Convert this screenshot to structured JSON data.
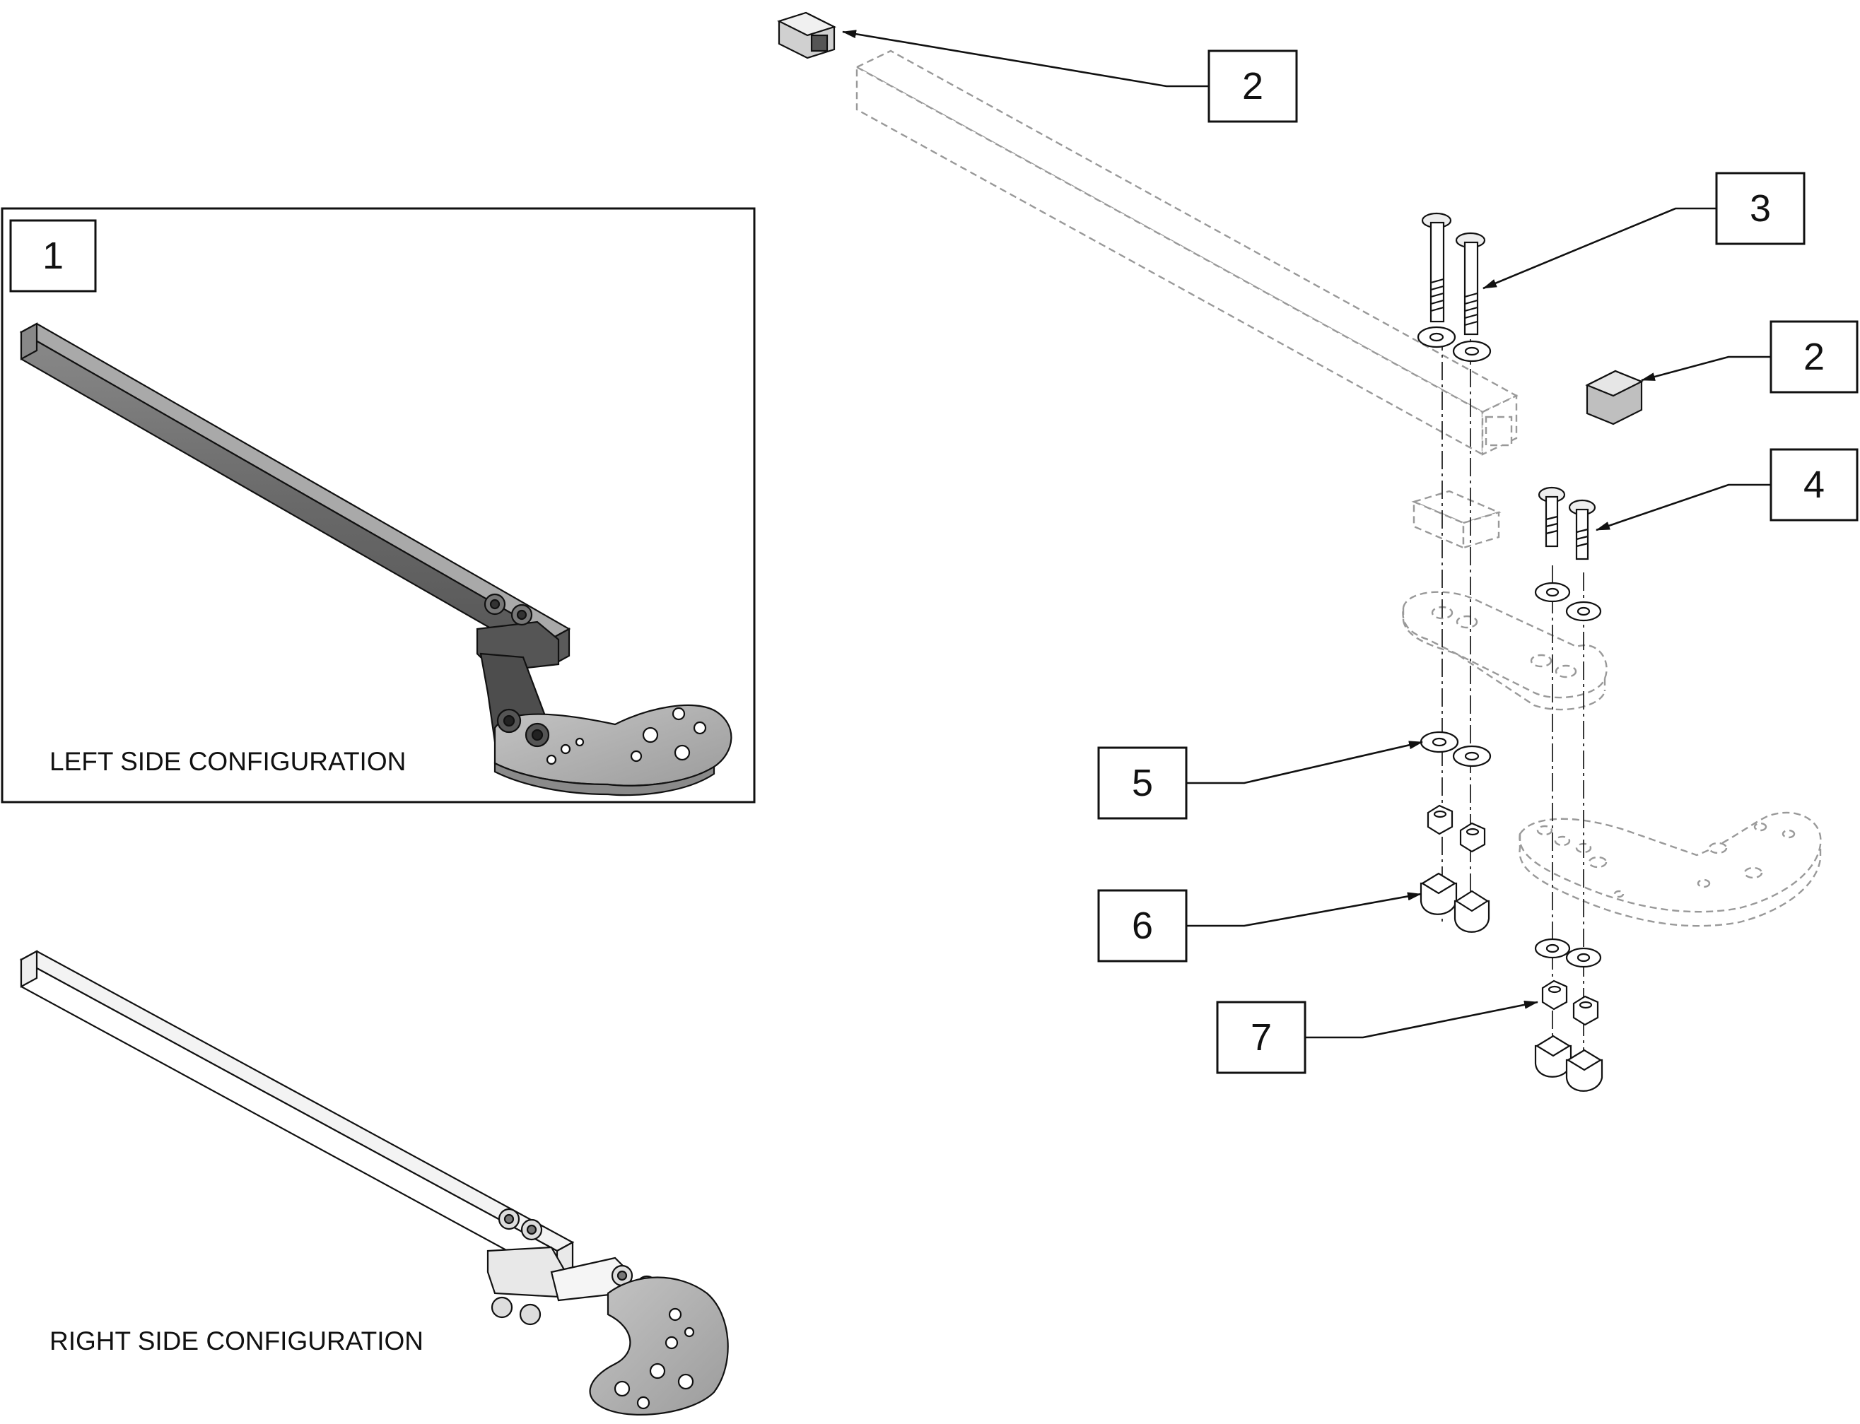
{
  "callouts": [
    {
      "id": "callout-1",
      "number": "1"
    },
    {
      "id": "callout-2-top",
      "number": "2"
    },
    {
      "id": "callout-2-right",
      "number": "2"
    },
    {
      "id": "callout-3",
      "number": "3"
    },
    {
      "id": "callout-4",
      "number": "4"
    },
    {
      "id": "callout-5",
      "number": "5"
    },
    {
      "id": "callout-6",
      "number": "6"
    },
    {
      "id": "callout-7",
      "number": "7"
    }
  ],
  "captions": {
    "left": "LEFT SIDE CONFIGURATION",
    "right": "RIGHT SIDE CONFIGURATION"
  },
  "colors": {
    "line": "#111111",
    "phantom": "#999999",
    "part_dark": "#6e6e6e",
    "part_light": "#cfcfcf"
  }
}
